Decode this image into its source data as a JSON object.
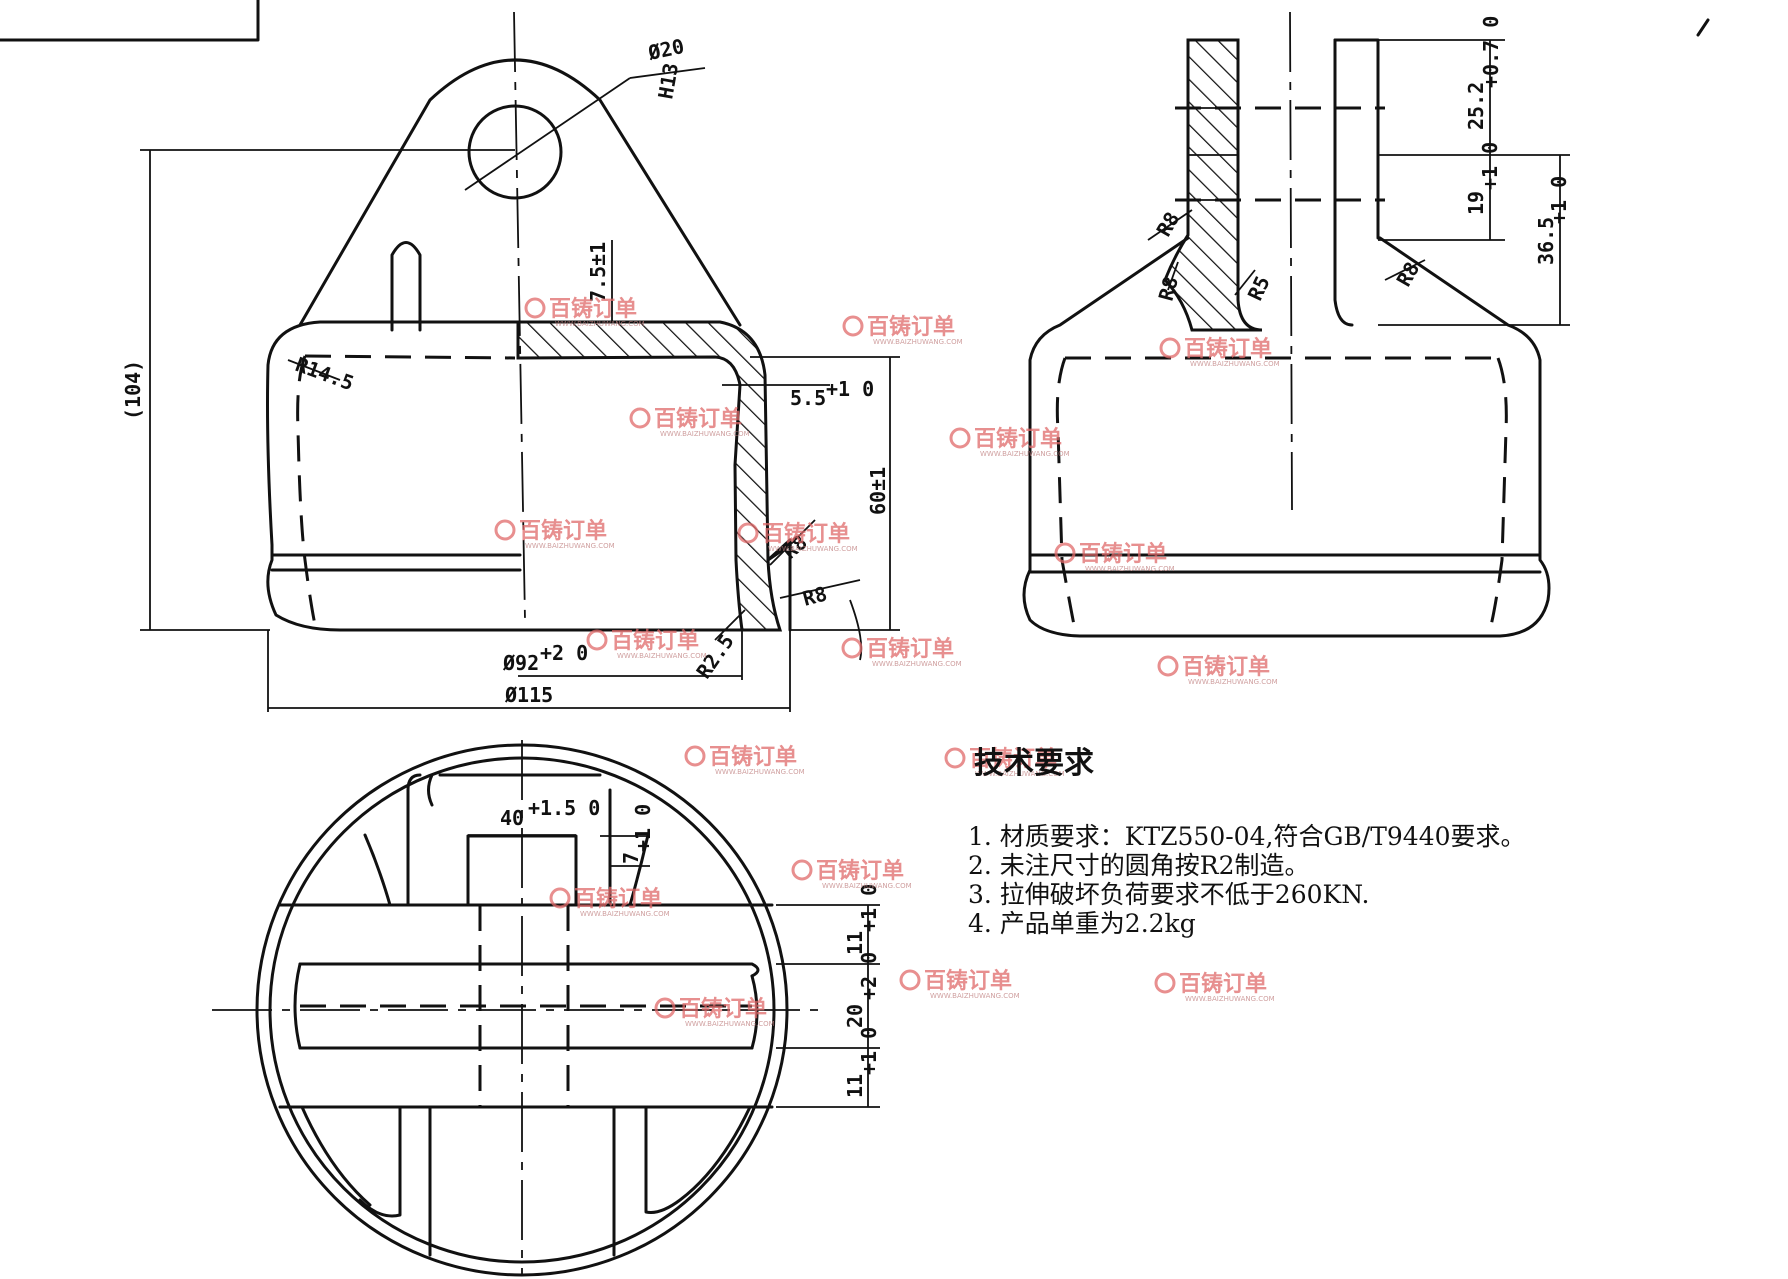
{
  "dimensions": {
    "hole_dia": "Ø20",
    "hole_fit": "H13",
    "height_total": "(104)",
    "offset_7_5": "7.5±1",
    "radius_r14_5": "R14.5",
    "wall_5_5": "5.5",
    "wall_5_5_tol": "+1 0",
    "height_60": "60±1",
    "radius_r8_a": "R8",
    "radius_r8_b": "R8",
    "radius_r2_5": "R2.5",
    "dia_92": "Ø92",
    "dia_92_tol": "+2 0",
    "dia_115": "Ø115",
    "ear_25_2": "25.2",
    "ear_25_2_tol": "+0.7 0",
    "ear_19": "19",
    "ear_19_tol": "+1 0",
    "ear_36_5": "36.5",
    "ear_36_5_tol": "+1 0",
    "radius_r8_c": "R8",
    "radius_r8_d": "R8",
    "radius_r5_a": "R5",
    "radius_r8_e": "R8",
    "slot_40": "40",
    "slot_40_tol": "+1.5 0",
    "slot_7": "7",
    "slot_7_tol": "+1 0",
    "bar_11_a": "11",
    "bar_11_a_tol": "+1 0",
    "bar_20": "20",
    "bar_20_tol": "+2 0",
    "bar_11_b": "11",
    "bar_11_b_tol": "+1 0"
  },
  "tech": {
    "title": "技术要求",
    "items": [
      "1. 材质要求：KTZ550-04,符合GB/T9440要求。",
      "2. 未注尺寸的圆角按R2制造。",
      "3. 拉伸破坏负荷要求不低于260KN.",
      "4. 产品单重为2.2kg"
    ]
  },
  "watermark": {
    "text": "百铸订单",
    "sub": "WWW.BAIZHUWANG.COM"
  }
}
